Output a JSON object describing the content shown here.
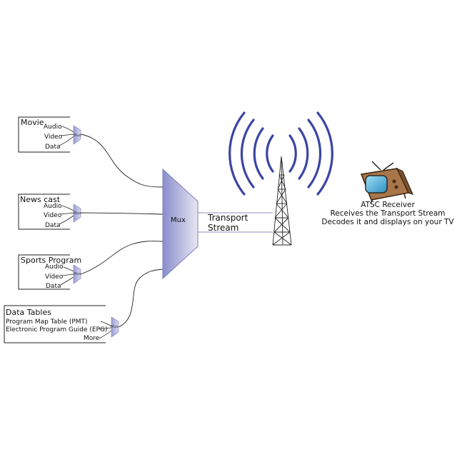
{
  "sources": [
    {
      "title": "Movie",
      "items": [
        "Audio",
        "Video",
        "Data"
      ],
      "mux": "Mux"
    },
    {
      "title": "News cast",
      "items": [
        "Audio",
        "Video",
        "Data"
      ],
      "mux": "Mux"
    },
    {
      "title": "Sports Program",
      "items": [
        "Audio",
        "Video",
        "Data"
      ],
      "mux": "Mux"
    }
  ],
  "tables": {
    "title": "Data Tables",
    "items": [
      "Program Map Table (PMT)",
      "Electronic Program Guide (EPG)",
      "More"
    ],
    "mux": "Mux"
  },
  "main_mux": {
    "label": "Mux"
  },
  "stream": {
    "line1": "Transport",
    "line2": "Stream"
  },
  "receiver": {
    "line1": "ATSC Receiver",
    "line2": "Receives the Transport Stream",
    "line3": "Decodes it and displays on your TV"
  },
  "colors": {
    "mux_fill": "#8f92cc",
    "mux_small": "#a7a9d8",
    "waves": "#3b45a3",
    "tv_body": "#a8764a",
    "tv_screen": "#5fb6d9"
  }
}
